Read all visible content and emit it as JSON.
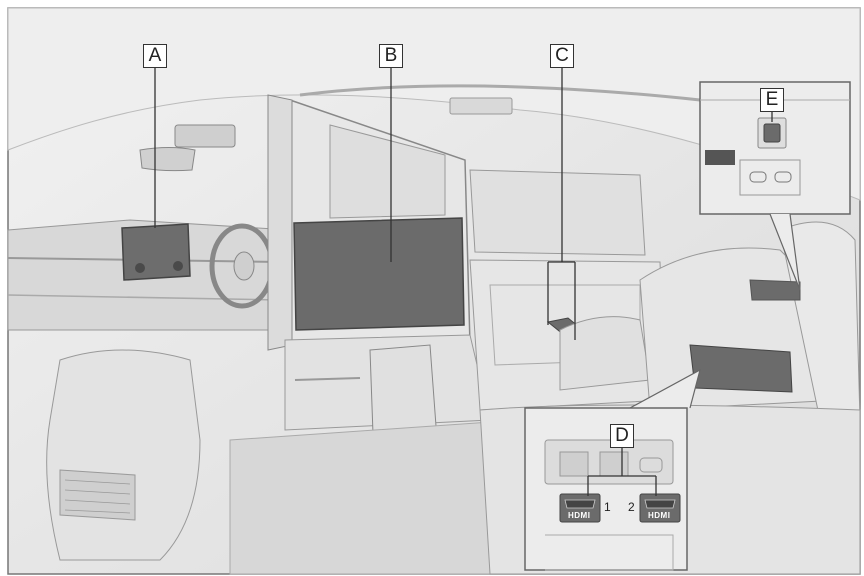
{
  "labels": {
    "a": "A",
    "b": "B",
    "c": "C",
    "d": "D",
    "e": "E"
  },
  "ports": {
    "hdmi_1_number": "1",
    "hdmi_2_number": "2",
    "hdmi_logo": "HDMI"
  },
  "colors": {
    "line": "#555555",
    "panel_dark": "#6b6b6b",
    "interior_light": "#e4e4e4",
    "interior_mid": "#cfcfcf",
    "callout_border": "#333333"
  }
}
